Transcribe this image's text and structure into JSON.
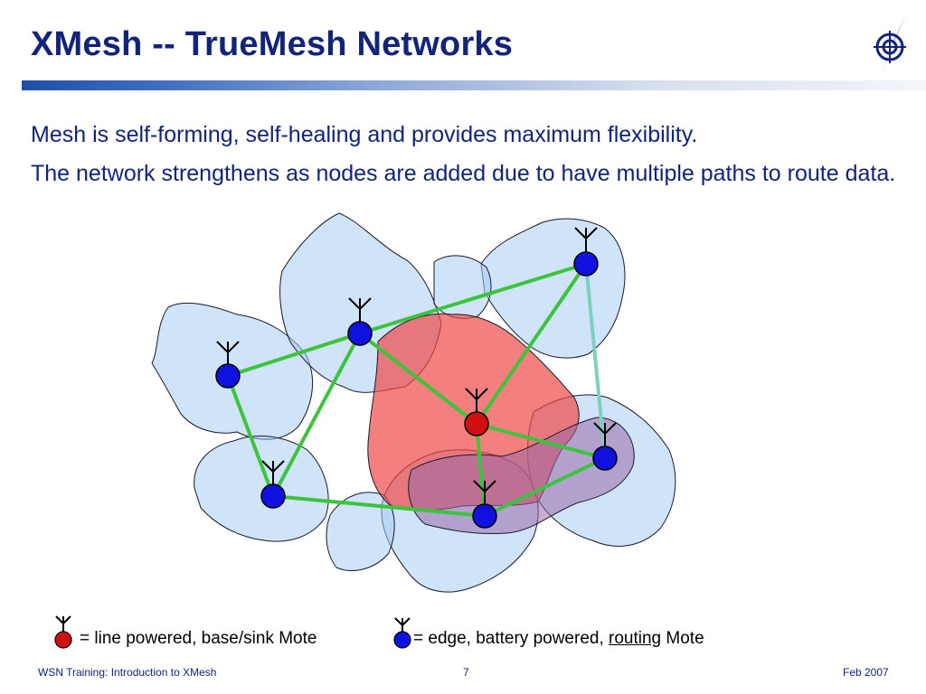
{
  "slide": {
    "title": "XMesh -- TrueMesh Networks",
    "bullets": [
      "Mesh is self-forming, self-healing and provides maximum flexibility.",
      "The network strengthens as nodes are added due to have multiple paths to route data."
    ]
  },
  "legend": {
    "base_text": "= line powered, base/sink Mote",
    "edge_prefix": "= edge, battery powered, ",
    "edge_underlined": "routing",
    "edge_suffix": " Mote"
  },
  "footer": {
    "left": "WSN Training: Introduction to XMesh",
    "page_number": "7",
    "date": "Feb 2007"
  },
  "colors": {
    "title": "#12237a",
    "mesh_link": "#3cc43c",
    "edge_mote": "#1010e0",
    "base_mote": "#d01010",
    "coverage_blue": "#a8ccf4",
    "coverage_red": "#f26060"
  },
  "icons": [
    "compass-logo-icon",
    "antenna-icon"
  ]
}
